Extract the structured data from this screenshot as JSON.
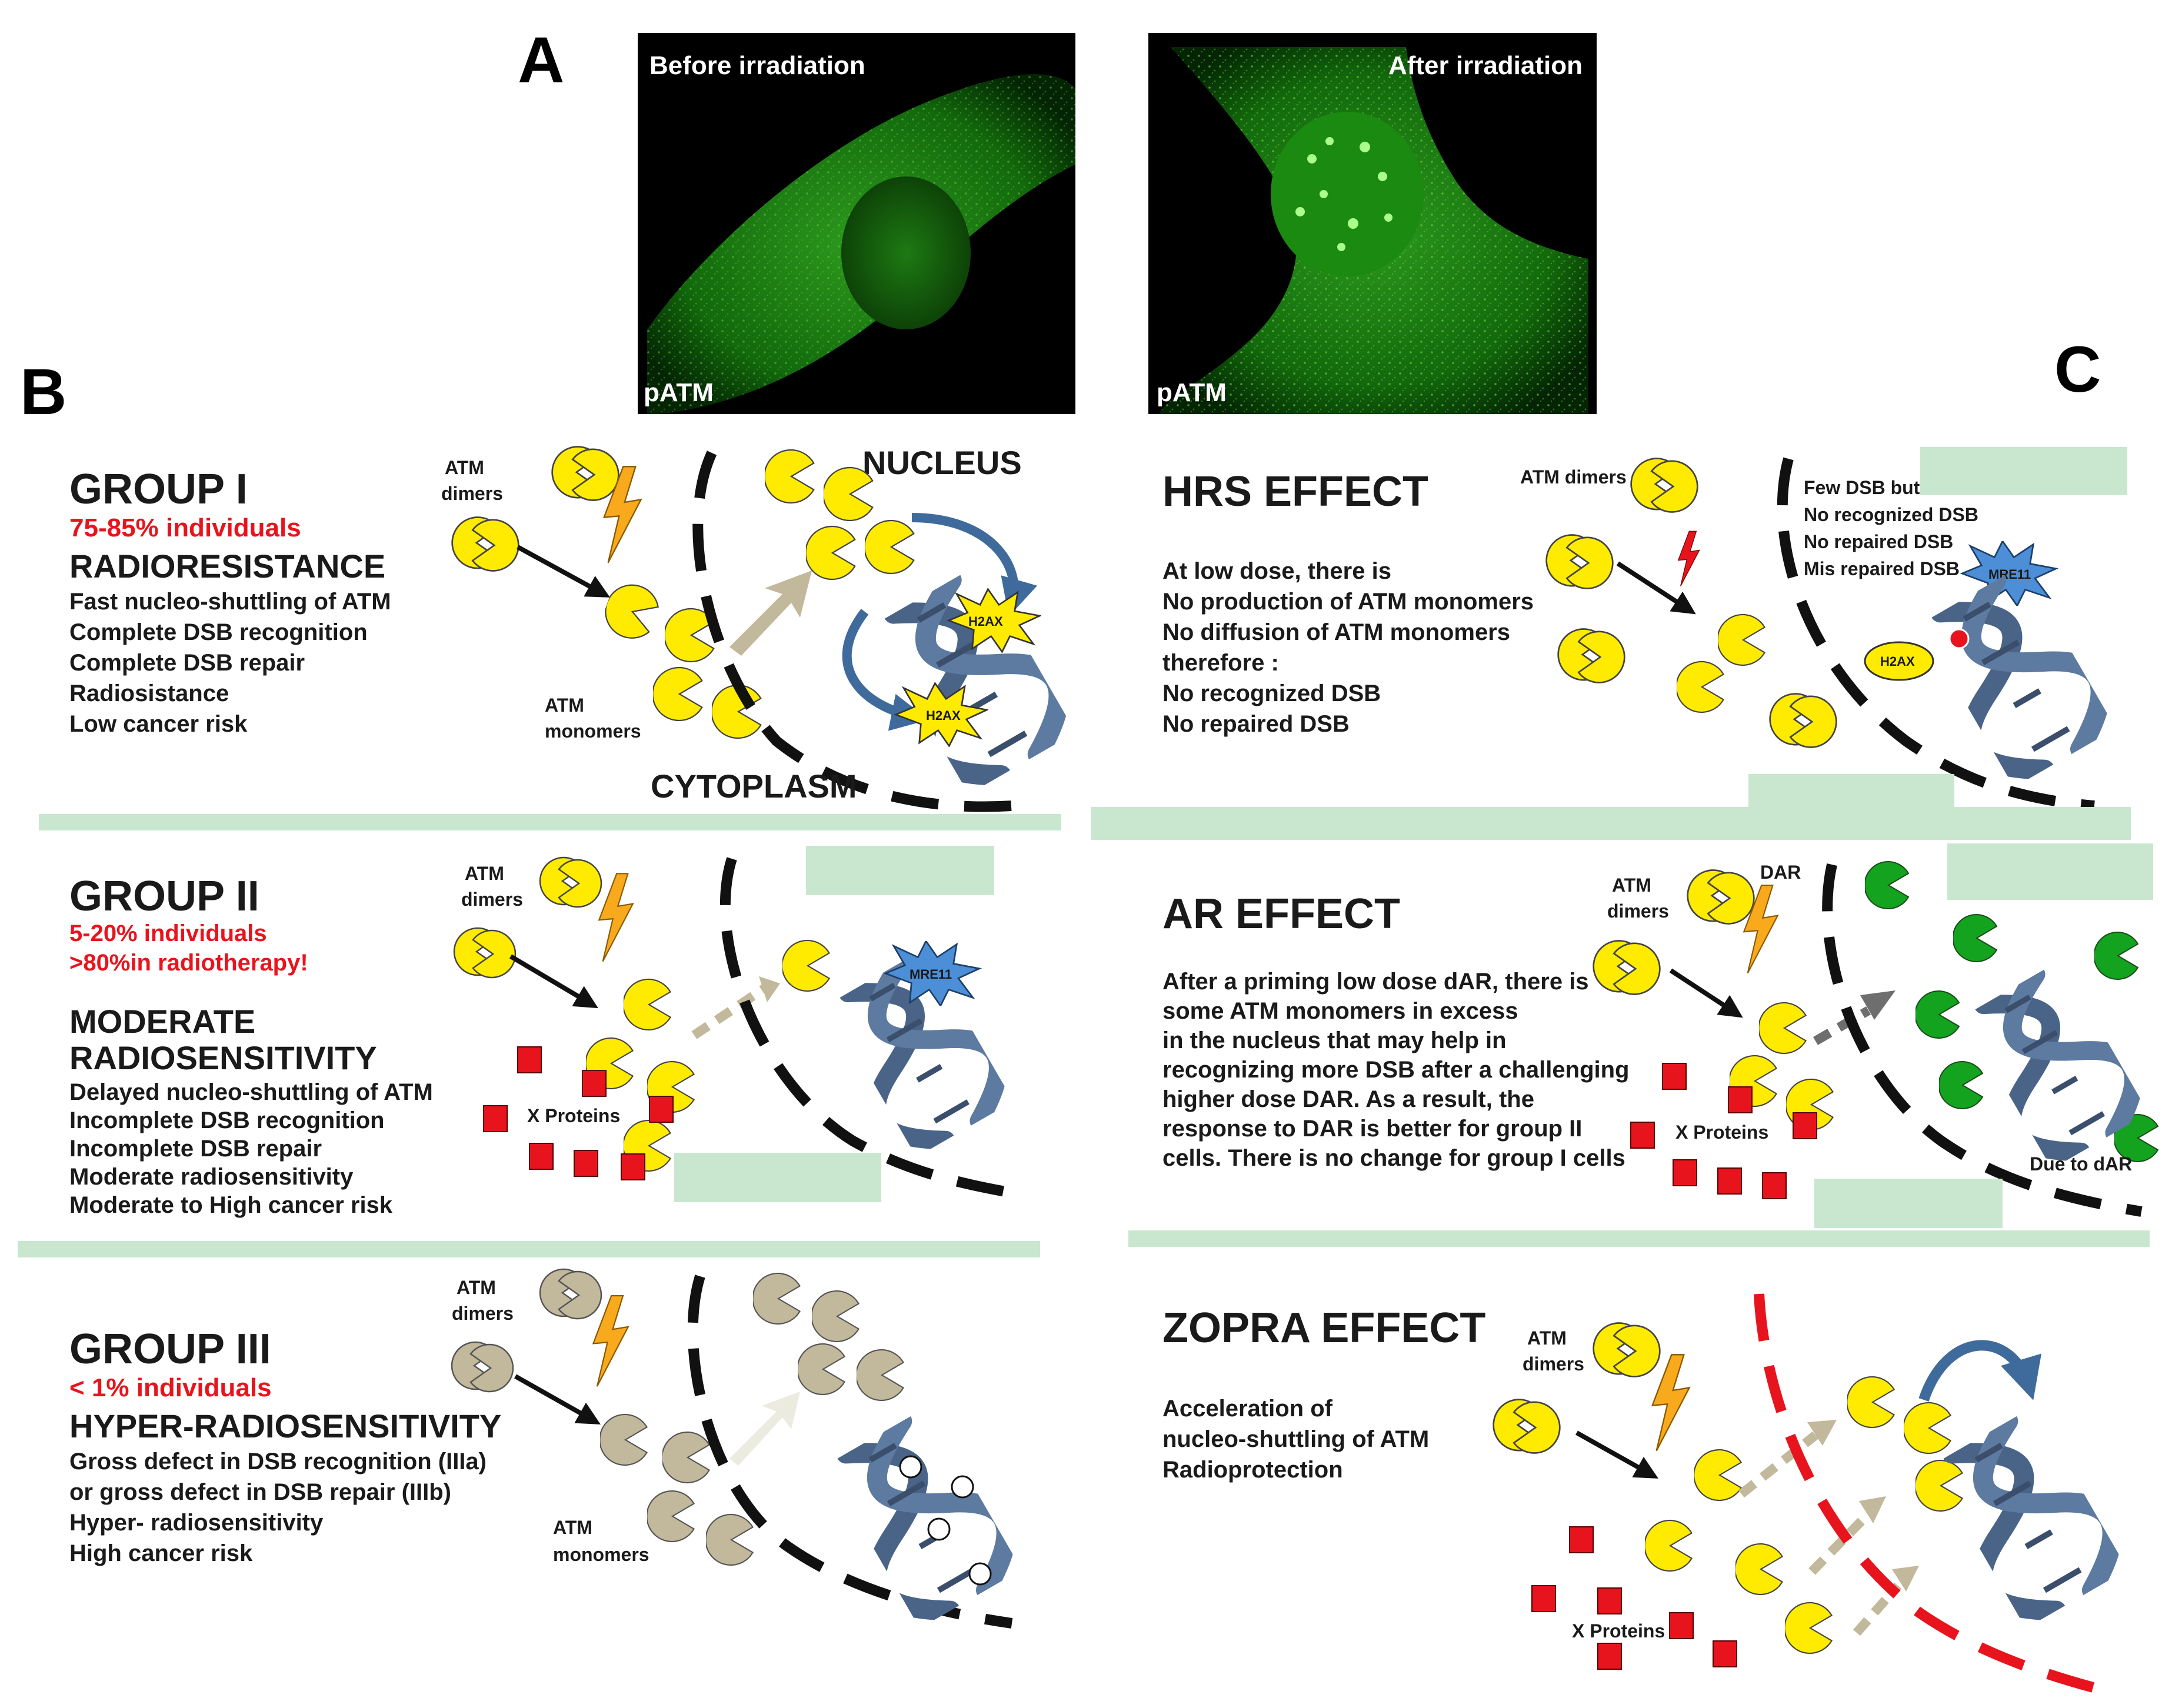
{
  "panelA": {
    "letter": "A",
    "before_label": "Before irradiation",
    "after_label": "After irradiation",
    "stain_left": "pATM",
    "stain_right": "pATM"
  },
  "panelB": {
    "letter": "B",
    "group1": {
      "title": "GROUP I",
      "percent": "75-85% individuals",
      "phenotype": "RADIORESISTANCE",
      "lines": [
        "Fast nucleo-shuttling of ATM",
        "Complete DSB recognition",
        "Complete DSB repair",
        "Radiosistance",
        "Low cancer risk"
      ],
      "atm_dimers_1": "ATM",
      "atm_dimers_2": "dimers",
      "atm_monomers_1": "ATM",
      "atm_monomers_2": "monomers",
      "nucleus": "NUCLEUS",
      "cytoplasm": "CYTOPLASM",
      "h2ax_1": "H2AX",
      "h2ax_2": "H2AX"
    },
    "group2": {
      "title": "GROUP II",
      "percent": "5-20% individuals",
      "radiotherapy": ">80%in radiotherapy!",
      "phenotype_1": "MODERATE",
      "phenotype_2": "RADIOSENSITIVITY",
      "lines": [
        "Delayed nucleo-shuttling of ATM",
        "Incomplete DSB recognition",
        "Incomplete DSB repair",
        "Moderate radiosensitivity",
        "Moderate to High cancer risk"
      ],
      "atm_dimers_1": "ATM",
      "atm_dimers_2": "dimers",
      "x_proteins": "X Proteins",
      "mre11": "MRE11"
    },
    "group3": {
      "title": "GROUP III",
      "percent": "< 1% individuals",
      "phenotype": "HYPER-RADIOSENSITIVITY",
      "lines": [
        "Gross defect in DSB recognition (IIIa)",
        "or gross defect in DSB repair (IIIb)",
        "Hyper- radiosensitivity",
        "High cancer risk"
      ],
      "atm_dimers_1": "ATM",
      "atm_dimers_2": "dimers",
      "atm_monomers_1": "ATM",
      "atm_monomers_2": "monomers"
    }
  },
  "panelC": {
    "letter": "C",
    "hrs": {
      "title": "HRS EFFECT",
      "lines": [
        "At low dose, there is",
        "No production of ATM monomers",
        "No diffusion of ATM monomers",
        "therefore :",
        "No recognized DSB",
        "No repaired DSB"
      ],
      "atm_dimers": "ATM dimers",
      "notes": [
        "Few DSB but",
        "No recognized DSB",
        "No  repaired DSB",
        "Mis repaired DSB"
      ],
      "mre11": "MRE11",
      "h2ax": "H2AX"
    },
    "ar": {
      "title": "AR EFFECT",
      "lines": [
        "After a priming low dose dAR, there is",
        "some ATM monomers in excess",
        "in the nucleus that may help in",
        "recognizing more DSB after a challenging",
        "higher dose DAR. As a result, the",
        "response to DAR is better for group II",
        "cells. There is no change for group I cells"
      ],
      "atm_dimers_1": "ATM",
      "atm_dimers_2": "dimers",
      "dar": "DAR",
      "x_proteins": "X Proteins",
      "due_to": "Due to dAR"
    },
    "zopra": {
      "title": "ZOPRA EFFECT",
      "lines": [
        "Acceleration of",
        "nucleo-shuttling of ATM",
        "Radioprotection"
      ],
      "atm_dimers_1": "ATM",
      "atm_dimers_2": "dimers",
      "x_proteins": "X Proteins"
    }
  },
  "colors": {
    "atm_yellow": "#ffeb00",
    "atm_gray": "#c2b89c",
    "proteins_red": "#e8141d",
    "dar_green": "#13a31e",
    "dna_blue": "#4a6488",
    "separator": "#c9e7cf",
    "alert_red": "#e8141d"
  }
}
